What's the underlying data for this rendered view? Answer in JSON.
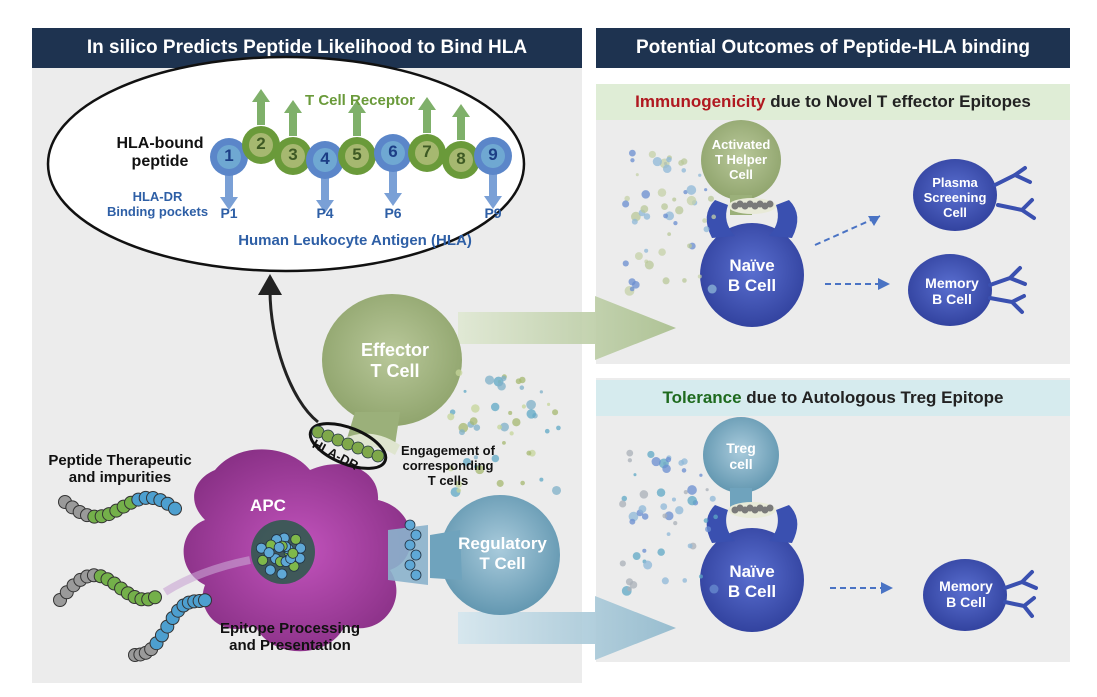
{
  "headers": {
    "left": "In silico Predicts Peptide Likelihood to Bind HLA",
    "right": "Potential Outcomes of Peptide-HLA binding"
  },
  "subheaders": {
    "top_highlight": "Immunogenicity",
    "top_rest": " due to Novel T effector Epitopes",
    "bottom_highlight": "Tolerance",
    "bottom_rest": " due to Autologous Treg Epitope"
  },
  "hla_panel": {
    "title_line1": "HLA-bound",
    "title_line2": "peptide",
    "binding_line1": "HLA-DR",
    "binding_line2": "Binding pockets",
    "tcr": "T Cell Receptor",
    "hla": "Human Leukocyte Antigen (HLA)",
    "positions": [
      "1",
      "2",
      "3",
      "4",
      "5",
      "6",
      "7",
      "8",
      "9"
    ],
    "pockets": [
      "P1",
      "P4",
      "P6",
      "P9"
    ]
  },
  "labels": {
    "peptide_line1": "Peptide Therapeutic",
    "peptide_line2": "and impurities",
    "apc": "APC",
    "hla_dr": "HLA-DR",
    "engagement_line1": "Engagement of",
    "engagement_line2": "corresponding",
    "engagement_line3": "T cells",
    "effector_line1": "Effector",
    "effector_line2": "T Cell",
    "regulatory_line1": "Regulatory",
    "regulatory_line2": "T Cell",
    "epitope_line1": "Epitope Processing",
    "epitope_line2": "and Presentation"
  },
  "top_outcome": {
    "th_line1": "Activated",
    "th_line2": "T Helper",
    "th_line3": "Cell",
    "naive_line1": "Naïve",
    "naive_line2": "B Cell",
    "plasma_line1": "Plasma",
    "plasma_line2": "Screening",
    "plasma_line3": "Cell",
    "memory_line1": "Memory",
    "memory_line2": "B Cell"
  },
  "bottom_outcome": {
    "treg_line1": "Treg",
    "treg_line2": "cell",
    "naive_line1": "Naïve",
    "naive_line2": "B Cell",
    "memory_line1": "Memory",
    "memory_line2": "B Cell"
  },
  "colors": {
    "header_bg": "#1e3350",
    "pink_red": "#b01820",
    "green_text": "#1e6a1e",
    "hla_blue": "#2e5fa6",
    "tcr_green": "#6a9a3a",
    "effector_green": "#9bb07a",
    "regulatory_blue": "#6fa3bd",
    "apc_purple": "#9a2f96",
    "b_cell_blue": "#3a50b0"
  }
}
